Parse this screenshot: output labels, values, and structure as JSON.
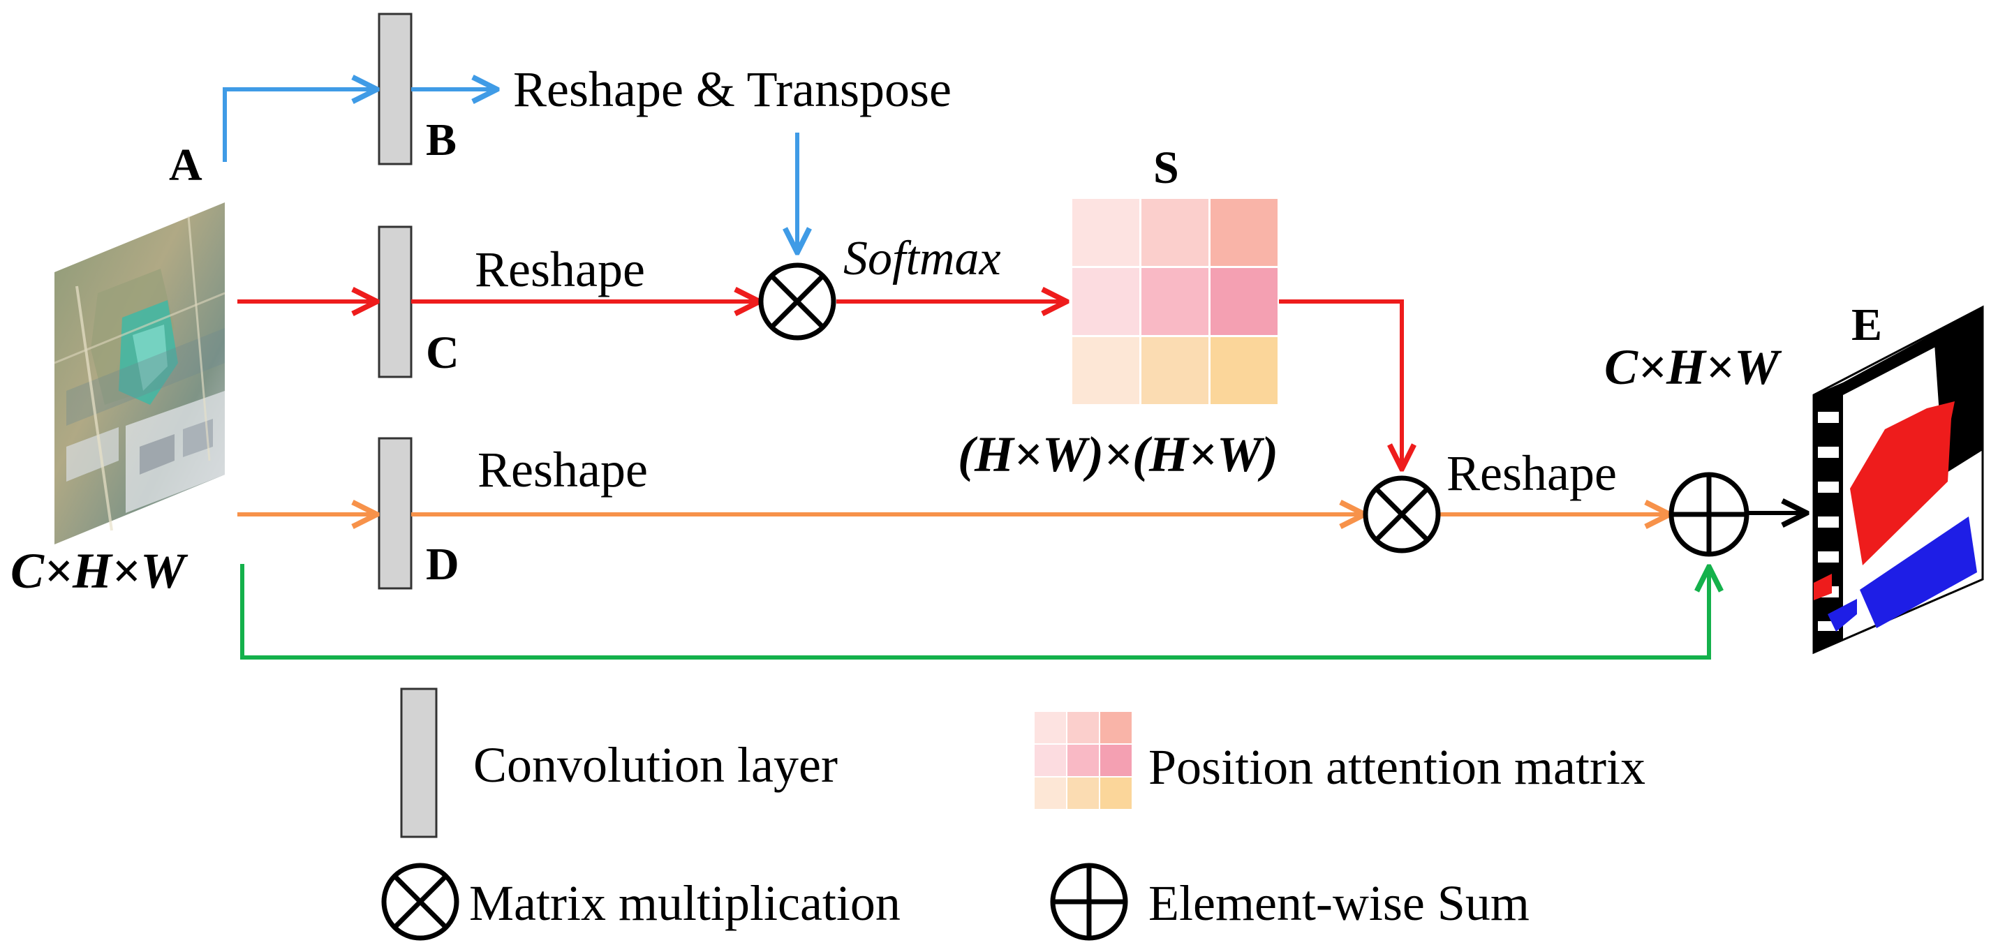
{
  "labels": {
    "a": "A",
    "b": "B",
    "c": "C",
    "d": "D",
    "s": "S",
    "e": "E",
    "reshape_transpose": "Reshape & Transpose",
    "reshape_c": "Reshape",
    "reshape_d": "Reshape",
    "reshape_out": "Reshape",
    "softmax": "Softmax",
    "dim_input": "C×H×W",
    "dim_output": "C×H×W",
    "dim_attention": "(H×W)×(H×W)"
  },
  "legend": {
    "conv": "Convolution layer",
    "attention": "Position attention matrix",
    "matmul": "Matrix multiplication",
    "sum": "Element-wise Sum"
  },
  "colors": {
    "blue": "#3f9be6",
    "red": "#ee1c1c",
    "orange": "#f7924a",
    "green": "#14b14b",
    "black": "#000000",
    "attention_cells": [
      "#fde3e1",
      "#fbcfcc",
      "#f9b4a8",
      "#fcdce0",
      "#f9b9c5",
      "#f4a0b2",
      "#fde7d6",
      "#fbdcb2",
      "#fbd69a"
    ]
  },
  "icons": {
    "input": "satellite-image-icon",
    "output": "segmentation-map-icon",
    "matmul": "circle-times-icon",
    "sum": "circle-plus-icon"
  }
}
